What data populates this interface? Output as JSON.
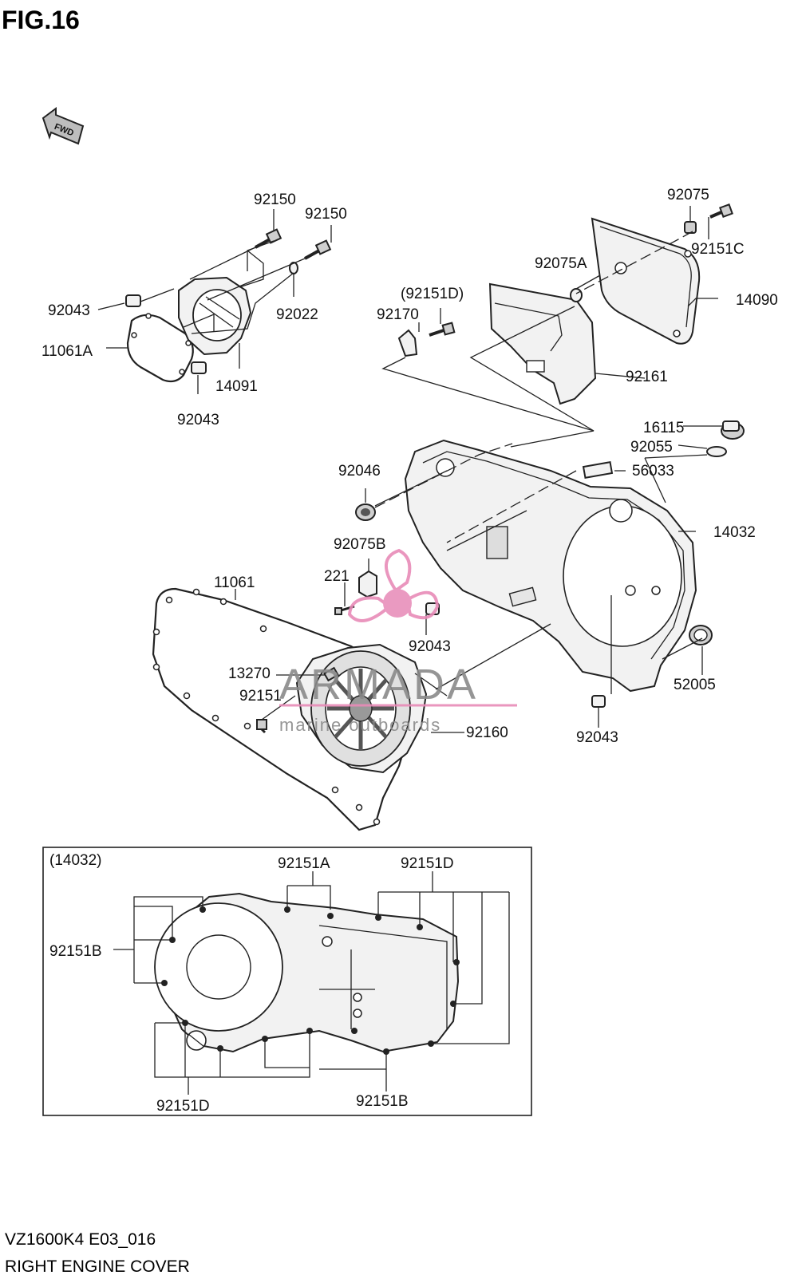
{
  "figure": {
    "title": "FIG.16",
    "fwd_label": "FWD",
    "code": "VZ1600K4 E03_016",
    "name": "RIGHT ENGINE COVER"
  },
  "parts": [
    {
      "id": "p-92150-a",
      "text": "92150"
    },
    {
      "id": "p-92150-b",
      "text": "92150"
    },
    {
      "id": "p-92043-a",
      "text": "92043"
    },
    {
      "id": "p-11061a",
      "text": "11061A"
    },
    {
      "id": "p-92022",
      "text": "92022"
    },
    {
      "id": "p-14091",
      "text": "14091"
    },
    {
      "id": "p-92043-b",
      "text": "92043"
    },
    {
      "id": "p-92075",
      "text": "92075"
    },
    {
      "id": "p-92151c",
      "text": "92151C"
    },
    {
      "id": "p-92075a",
      "text": "92075A"
    },
    {
      "id": "p-14090",
      "text": "14090"
    },
    {
      "id": "p-92151d-paren",
      "text": "(92151D)"
    },
    {
      "id": "p-92170",
      "text": "92170"
    },
    {
      "id": "p-92161",
      "text": "92161"
    },
    {
      "id": "p-16115",
      "text": "16115"
    },
    {
      "id": "p-92055",
      "text": "92055"
    },
    {
      "id": "p-92046",
      "text": "92046"
    },
    {
      "id": "p-56033",
      "text": "56033"
    },
    {
      "id": "p-14032",
      "text": "14032"
    },
    {
      "id": "p-92075b",
      "text": "92075B"
    },
    {
      "id": "p-221",
      "text": "221"
    },
    {
      "id": "p-11061",
      "text": "11061"
    },
    {
      "id": "p-92043-c",
      "text": "92043"
    },
    {
      "id": "p-13270",
      "text": "13270"
    },
    {
      "id": "p-92151",
      "text": "92151"
    },
    {
      "id": "p-92160",
      "text": "92160"
    },
    {
      "id": "p-52005",
      "text": "52005"
    },
    {
      "id": "p-92043-d",
      "text": "92043"
    }
  ],
  "inset": {
    "ref": "(14032)",
    "labels": [
      {
        "id": "i-92151a",
        "text": "92151A"
      },
      {
        "id": "i-92151d-top",
        "text": "92151D"
      },
      {
        "id": "i-92151b-left",
        "text": "92151B"
      },
      {
        "id": "i-92151d-bottom",
        "text": "92151D"
      },
      {
        "id": "i-92151b-bottom",
        "text": "92151B"
      }
    ]
  },
  "watermark": {
    "brand": "ARMADA",
    "tagline": "marine outboards"
  }
}
